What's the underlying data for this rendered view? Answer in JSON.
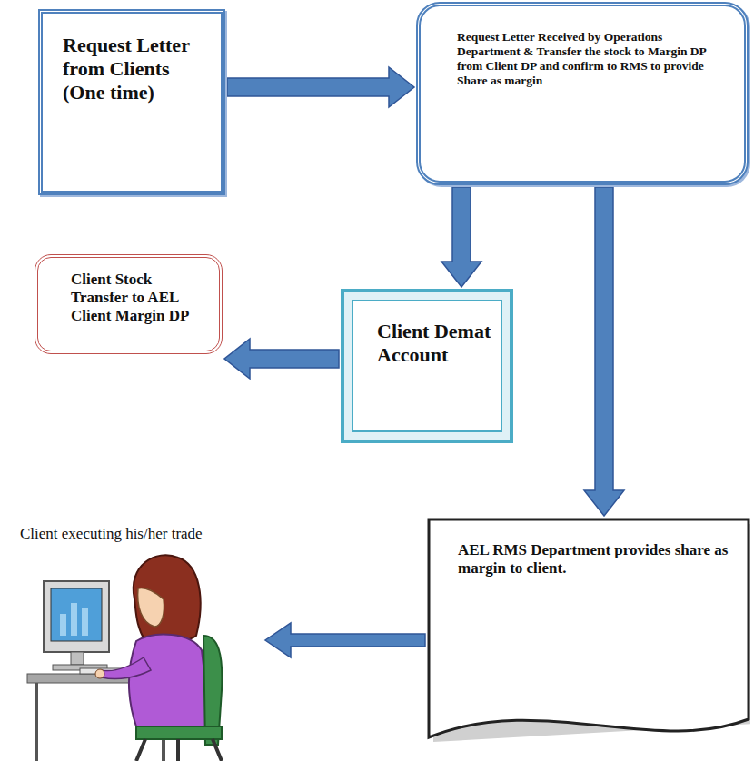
{
  "diagram": {
    "nodes": [
      {
        "text": [
          "Request Letter from Clients (One time)"
        ]
      },
      {
        "text": [
          "Request Letter Received by Operations Department & Transfer the stock to Margin DP from Client DP and confirm to RMS to provide Share as margin"
        ]
      },
      {
        "text": [
          "Client Stock Transfer to AEL Client Margin DP"
        ]
      },
      {
        "text": [
          "Client Demat Account"
        ]
      },
      {
        "text": [
          "AEL RMS Department provides share as margin to client."
        ]
      }
    ],
    "edges": [
      {
        "from": 0,
        "to": 1,
        "arrow": "to"
      },
      {
        "from": 1,
        "to": 3,
        "arrow": "to"
      },
      {
        "from": 3,
        "to": 2,
        "arrow": "to"
      },
      {
        "from": 1,
        "to": 4,
        "arrow": "to"
      }
    ],
    "labels": [
      "Client executing his/her trade"
    ]
  }
}
